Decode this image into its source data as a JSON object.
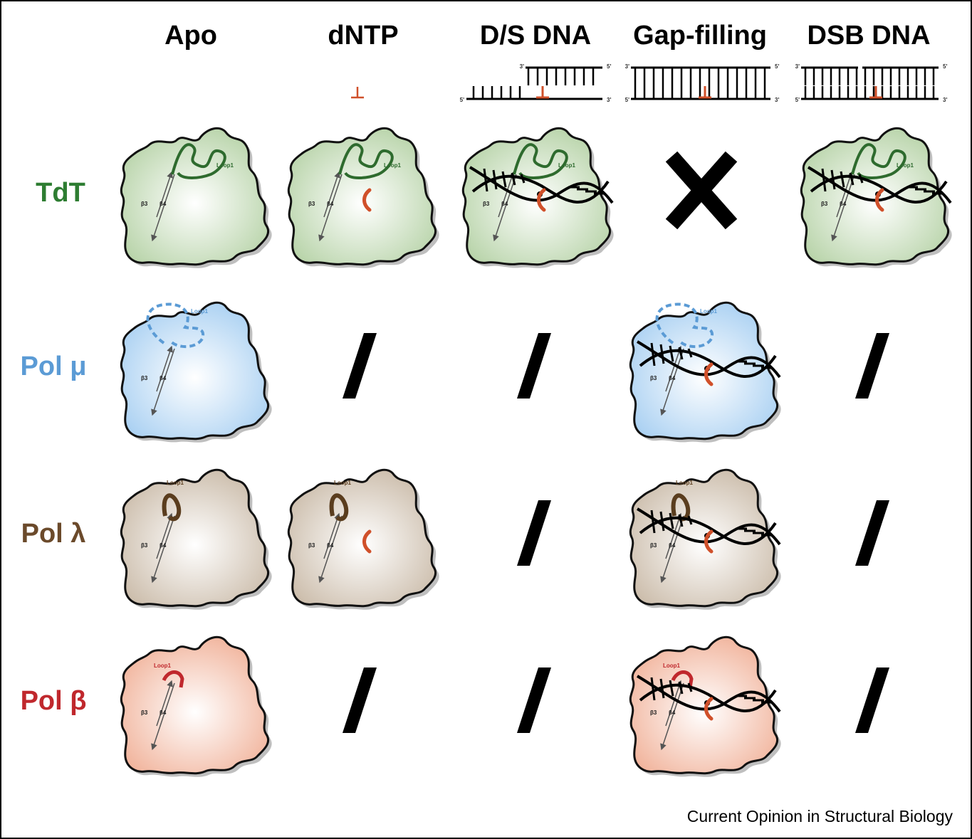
{
  "columns": [
    "Apo",
    "dNTP",
    "D/S DNA",
    "Gap-filling",
    "DSB DNA"
  ],
  "rows": [
    {
      "label": "TdT",
      "color": "#2e7d32",
      "fill": "#b7d3a8",
      "loop_color": "#2e6b2e",
      "loop_style": "solid"
    },
    {
      "label": "Pol μ",
      "color": "#5b9bd5",
      "fill": "#a9d0f2",
      "loop_color": "#5b9bd5",
      "loop_style": "dashed"
    },
    {
      "label": "Pol λ",
      "color": "#6b4a2b",
      "fill": "#cbbcaa",
      "loop_color": "#5a3d1e",
      "loop_style": "thick"
    },
    {
      "label": "Pol β",
      "color": "#c0282d",
      "fill": "#f1b39b",
      "loop_color": "#c0282d",
      "loop_style": "hook"
    }
  ],
  "cells": [
    [
      "apo",
      "dntp",
      "dsdna",
      "X",
      "dsb"
    ],
    [
      "apo",
      "/",
      "/",
      "gap",
      "/"
    ],
    [
      "apo",
      "dntp",
      "/",
      "gap",
      "/"
    ],
    [
      "apo",
      "/",
      "/",
      "gap",
      "/"
    ]
  ],
  "loop_label": "Loop1",
  "strand_labels": {
    "b3": "β3",
    "b4": "β4"
  },
  "dna_ends": {
    "three": "3'",
    "five": "5'"
  },
  "nucleotide_color": "#d0502a",
  "credit": "Current Opinion in Structural Biology"
}
